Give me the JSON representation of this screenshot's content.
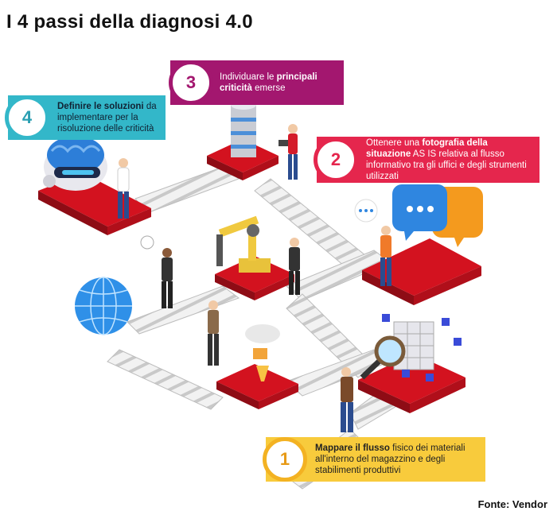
{
  "title": "I 4 passi della diagnosi 4.0",
  "source": "Fonte: Vendor",
  "steps": [
    {
      "number": "1",
      "bold": "Mappare il flusso",
      "text": " fisico dei materiali all'interno del magazzino e degli stabilimenti produttivi",
      "color": "#f8cb3c"
    },
    {
      "number": "2",
      "pre": "Ottenere una ",
      "bold": "fotografia della situazione",
      "text": " AS IS relativa al flusso informativo tra gli uffici e degli strumenti utilizzati",
      "color": "#e5264d"
    },
    {
      "number": "3",
      "pre": "Individuare le ",
      "bold": "principali criticità",
      "text": " emerse",
      "color": "#a3176f"
    },
    {
      "number": "4",
      "bold": "Definire le soluzioni",
      "text": " da implementare per la risoluzione delle criticità",
      "color": "#33b7c9"
    }
  ],
  "colors": {
    "platform": "#d3121f",
    "stairs": "#e6e6e6"
  }
}
